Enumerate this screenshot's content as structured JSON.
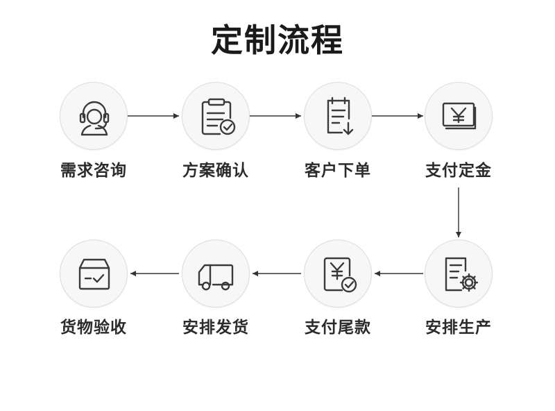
{
  "title": "定制流程",
  "steps": [
    {
      "label": "需求咨询",
      "icon": "headset-support-icon"
    },
    {
      "label": "方案确认",
      "icon": "clipboard-check-icon"
    },
    {
      "label": "客户下单",
      "icon": "order-document-download-icon"
    },
    {
      "label": "支付定金",
      "icon": "yuan-banknote-icon"
    },
    {
      "label": "安排生产",
      "icon": "document-gear-icon"
    },
    {
      "label": "支付尾款",
      "icon": "yuan-document-check-icon"
    },
    {
      "label": "安排发货",
      "icon": "delivery-truck-icon"
    },
    {
      "label": "货物验收",
      "icon": "box-check-icon"
    }
  ],
  "colors": {
    "icon_stroke": "#3a3a3a",
    "arrow": "#333333",
    "circle_bg": "#f7f7f7"
  }
}
